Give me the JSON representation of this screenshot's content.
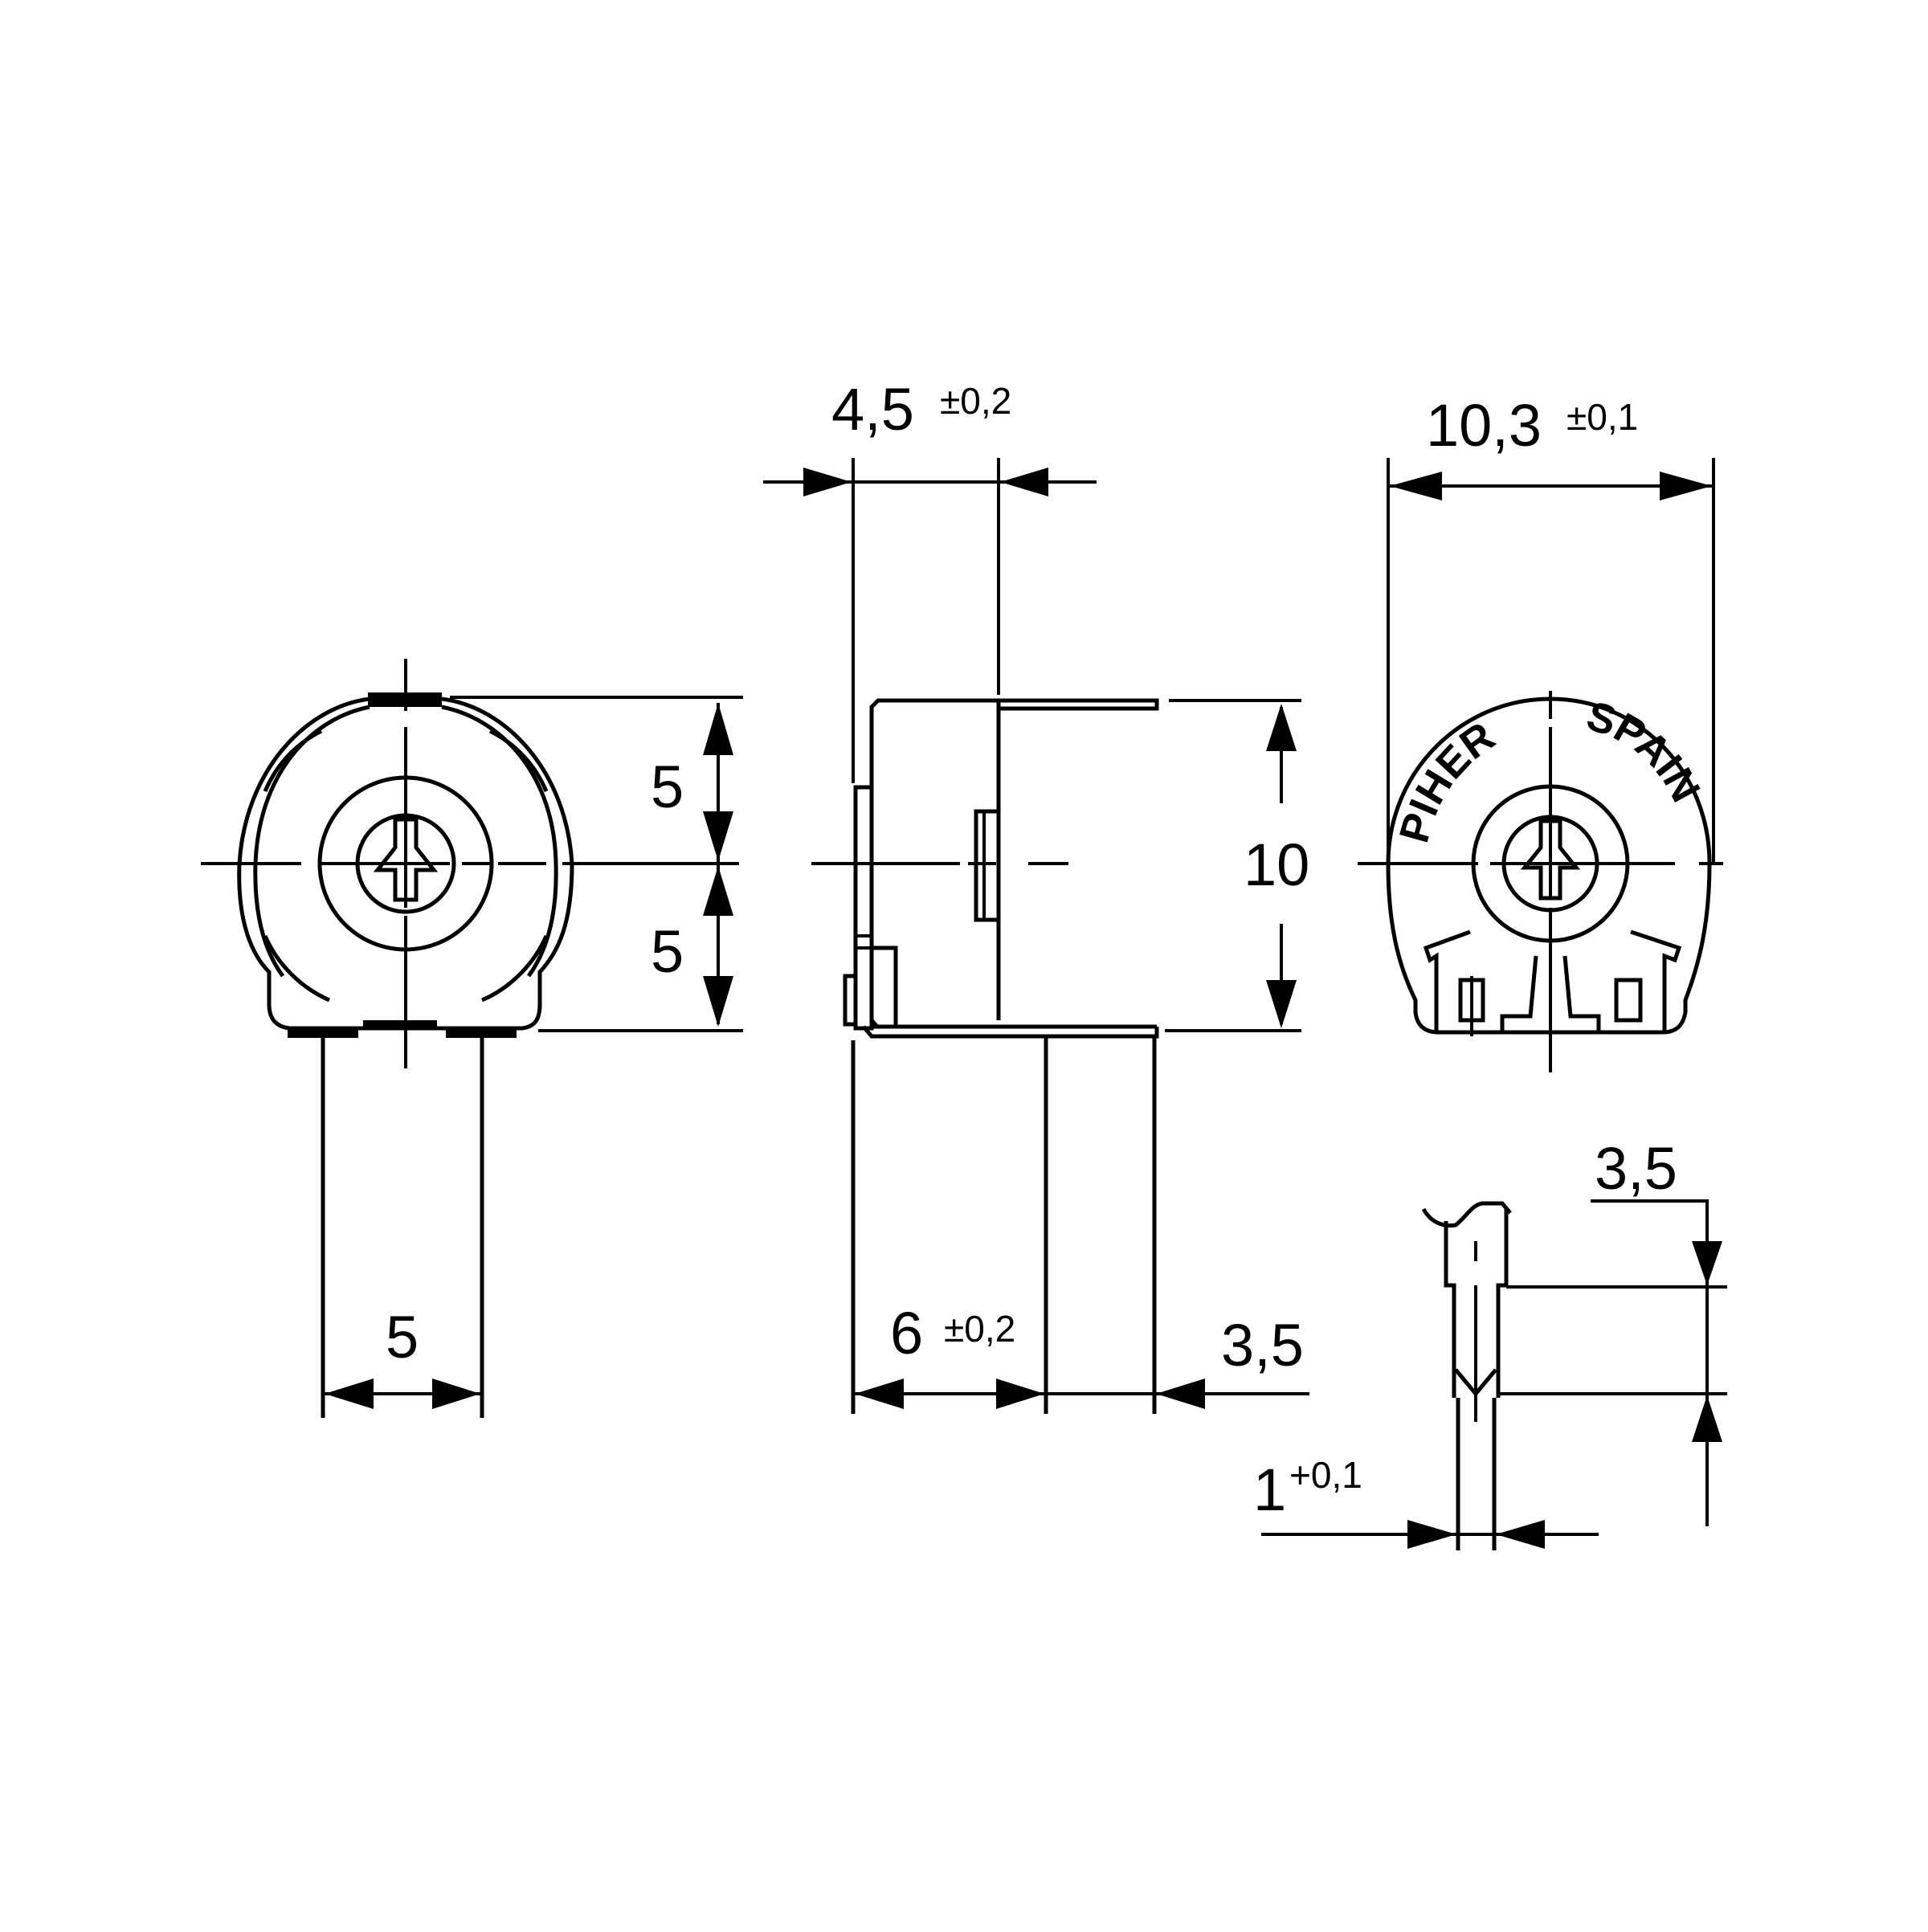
{
  "drawing": {
    "subject": "Trimmer potentiometer dimensional drawing",
    "line_color": "#000000",
    "background_color": "#ffffff",
    "units": "mm"
  },
  "front_view": {
    "dim_upper_half": "5",
    "dim_lower_half": "5",
    "dim_pin_pitch": "5"
  },
  "side_view": {
    "dim_body_depth": "4,5",
    "dim_body_depth_tol": "±0,2",
    "dim_height": "10",
    "dim_pin_offset": "6",
    "dim_pin_offset_tol": "±0,2",
    "dim_pin_length": "3,5"
  },
  "top_view": {
    "dim_diameter": "10,3",
    "dim_diameter_tol": "±0,1",
    "logo_left": "PIHER",
    "logo_right": "SPAIN"
  },
  "pin_detail": {
    "dim_pin_length": "3,5",
    "dim_pin_width": "1",
    "dim_pin_width_tol": "+0,1"
  }
}
